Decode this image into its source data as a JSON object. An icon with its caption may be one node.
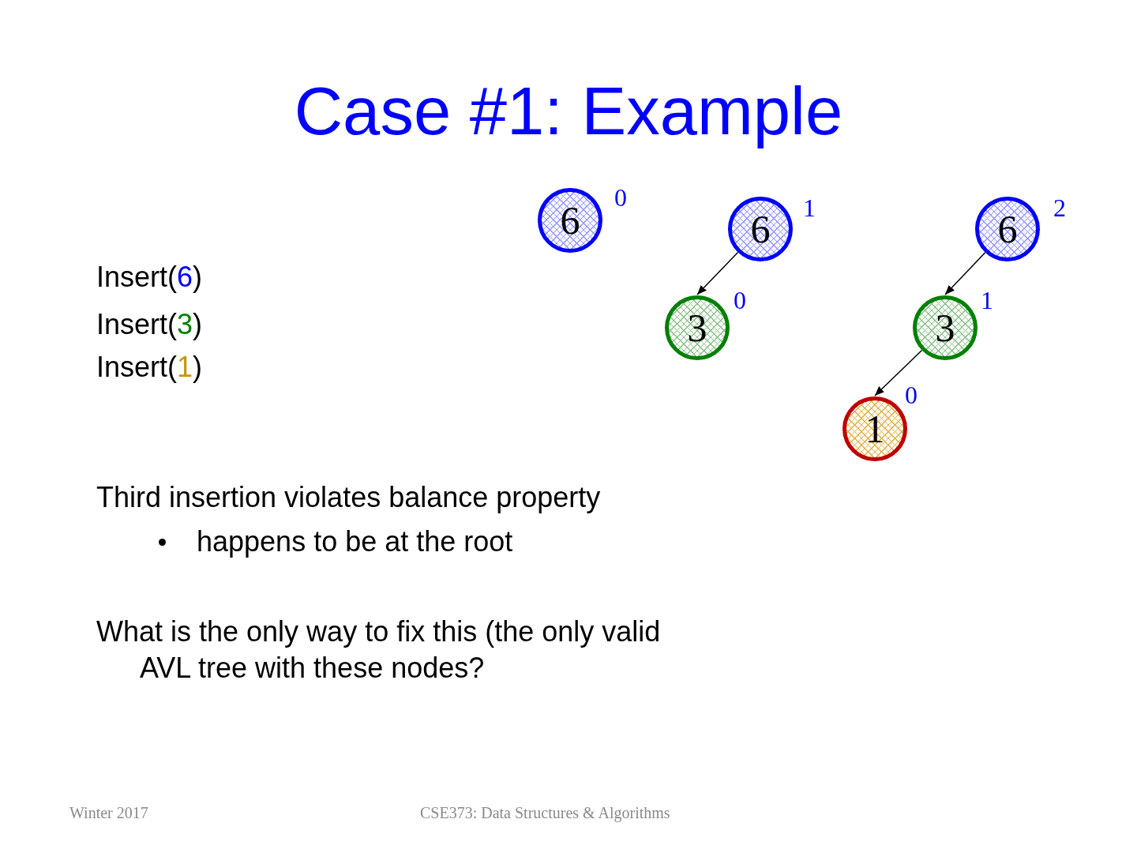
{
  "diagram": {
    "title": "Case #1: Example",
    "nodes": [
      {
        "text": [
          "6"
        ],
        "beside": [
          "0"
        ]
      },
      {
        "text": [
          "6"
        ],
        "beside": [
          "1"
        ]
      },
      {
        "text": [
          "3"
        ],
        "beside": [
          "0"
        ]
      },
      {
        "text": [
          "6"
        ],
        "beside": [
          "2"
        ]
      },
      {
        "text": [
          "3"
        ],
        "beside": [
          "1"
        ]
      },
      {
        "text": [
          "1"
        ],
        "beside": [
          "0"
        ]
      }
    ],
    "edges": [
      {
        "from": 1,
        "to": 2,
        "arrow": "to"
      },
      {
        "from": 3,
        "to": 4,
        "arrow": "to"
      },
      {
        "from": 4,
        "to": 5,
        "arrow": "to"
      }
    ],
    "labels": [
      "Insert(6)",
      "Insert(3)",
      "Insert(1)",
      "Third insertion violates balance property",
      "happens to be at the root",
      "What is the only way to fix this (the only valid AVL tree with these nodes?",
      "Winter 2017",
      "CSE373: Data Structures & Algorithms"
    ]
  }
}
